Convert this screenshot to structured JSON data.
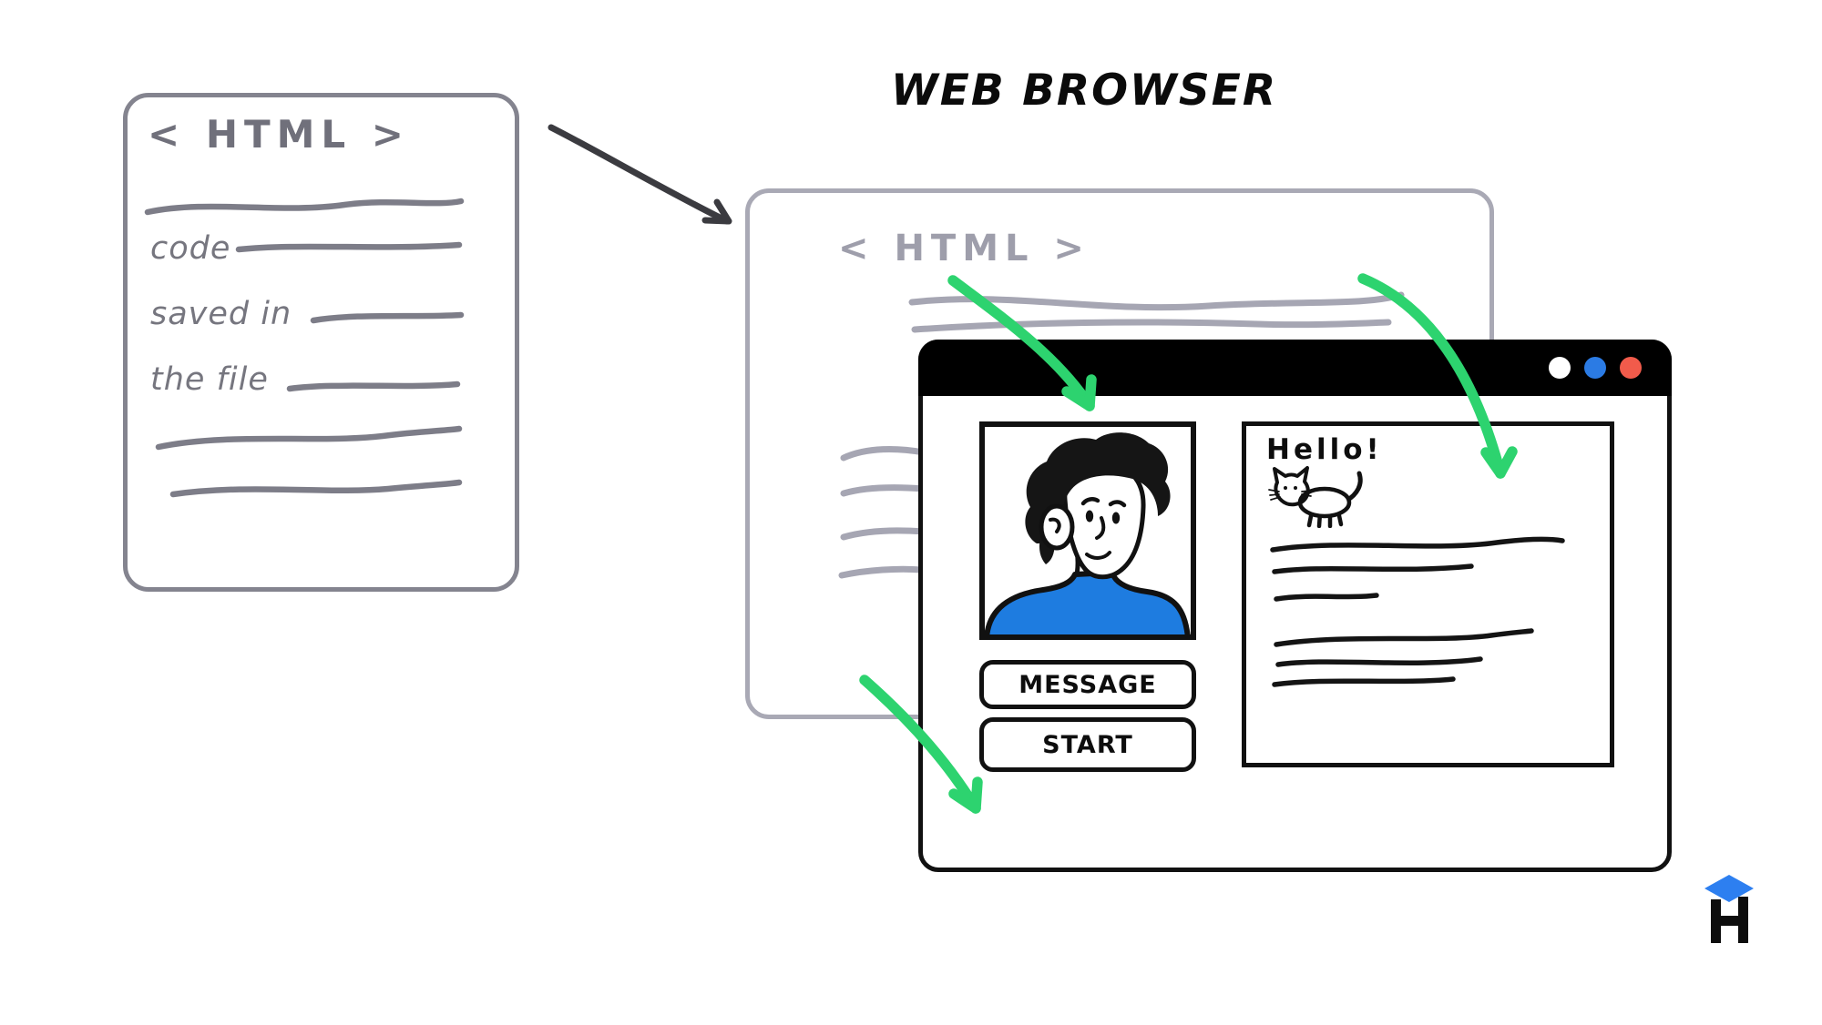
{
  "title": "WEB BROWSER",
  "code_file_card": {
    "title": "< HTML >",
    "annotations": [
      "code",
      "saved in",
      "the file"
    ]
  },
  "rendered_document": {
    "title": "< HTML >"
  },
  "browser_window": {
    "traffic_lights": [
      "white",
      "blue",
      "red"
    ],
    "buttons": [
      {
        "label": "MESSAGE"
      },
      {
        "label": "START"
      }
    ],
    "content_panel": {
      "greeting": "Hello!"
    }
  },
  "logo": {
    "letter": "H"
  },
  "colors": {
    "accent_green": "#2DD36F",
    "shirt_blue": "#1E7CE0",
    "dot_blue": "#2B7BE4",
    "dot_red": "#F15B4B",
    "logo_blue": "#2D7FF0",
    "card_gray": "#84848F",
    "light_gray": "#A9A9B5",
    "titlebar_black": "#000000"
  }
}
